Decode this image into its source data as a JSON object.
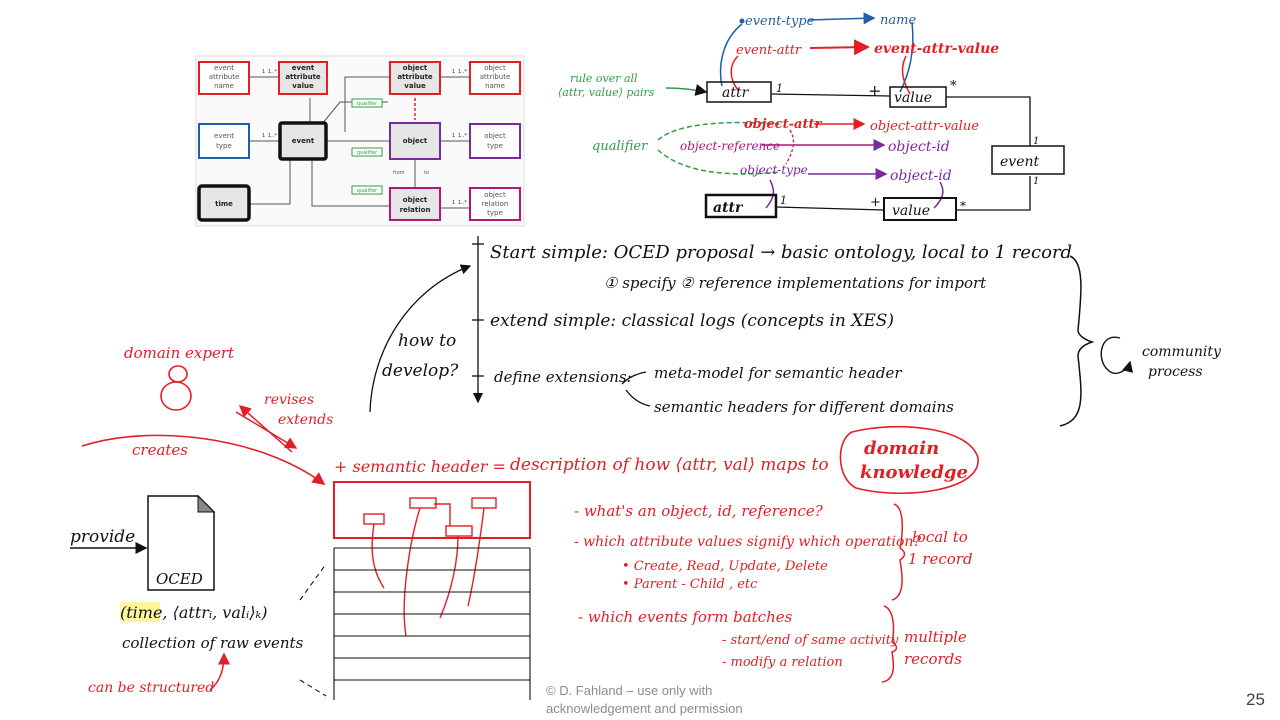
{
  "diagram": {
    "boxes": {
      "event_attr_name": [
        "event",
        "attribute",
        "name"
      ],
      "event_attr_value": [
        "event",
        "attribute",
        "value"
      ],
      "event_type": [
        "event",
        "type"
      ],
      "event": "event",
      "time": "time",
      "object_attr_value": [
        "object",
        "attribute",
        "value"
      ],
      "object_attr_name": [
        "object",
        "attribute",
        "name"
      ],
      "object": "object",
      "object_type": [
        "object",
        "type"
      ],
      "object_relation": [
        "object",
        "relation"
      ],
      "object_relation_type": [
        "object",
        "relation",
        "type"
      ],
      "qualifier": "qualifier",
      "from": "from",
      "to": "to",
      "mult_one": "1",
      "mult_many": "1..*"
    }
  },
  "sketch_top": {
    "event_type": "event-type",
    "name": "name",
    "event_attr": "event-attr",
    "event_attr_value": "event-attr-value",
    "rule": [
      "rule over all",
      "⟨attr, value⟩ pairs"
    ],
    "qualifier": "qualifier",
    "attr": "attr",
    "value": "value",
    "object_attr": "object-attr",
    "object_attr_value": "object-attr-value",
    "object_reference": "object-reference",
    "object_id": "object-id",
    "object_type": "object-type",
    "event": "event",
    "plus": "+",
    "star": "*",
    "one": "1"
  },
  "notes": {
    "start_simple": "Start simple: OCED proposal → basic ontology, local to 1 record",
    "specify": "① specify    ② reference implementations for import",
    "extend_simple": "extend simple: classical logs  (concepts in XES)",
    "how_to_develop": [
      "how to",
      "develop?"
    ],
    "define_extensions": "define extensions:",
    "meta_model": "meta-model for semantic header",
    "semantic_headers": "semantic headers for different domains",
    "community": [
      "community",
      "process"
    ]
  },
  "bottom": {
    "domain_expert": "domain expert",
    "revises_extends": [
      "revises",
      "extends"
    ],
    "creates": "creates",
    "semantic_header": "+ semantic header  =",
    "description": "description of how ⟨attr, val⟩ maps to",
    "domain_knowledge": [
      "domain",
      "knowledge"
    ],
    "provide": "provide",
    "oced": "OCED",
    "tuple": "(time, ⟨attrᵢ, valᵢ⟩ₖ)",
    "collection": "collection of raw events",
    "structured": "can be structured",
    "q1": "- what's an object, id, reference?",
    "q2": "- which attribute values signify which operation?",
    "q2a": "• Create, Read, Update, Delete",
    "q2b": "• Parent - Child , etc",
    "local": [
      "local to",
      "1 record"
    ],
    "q3": "- which events form batches",
    "q3a": "- start/end of same activity",
    "q3b": "- modify a relation",
    "multiple": [
      "multiple",
      "records"
    ]
  },
  "footer": {
    "copyright": "© D. Fahland – use only with acknowledgement and permission",
    "page": "25"
  },
  "colors": {
    "red": "#e41e26",
    "blue": "#1f5fa8",
    "purple": "#7a2a9a",
    "green": "#2f9e44",
    "ink": "#111111"
  }
}
